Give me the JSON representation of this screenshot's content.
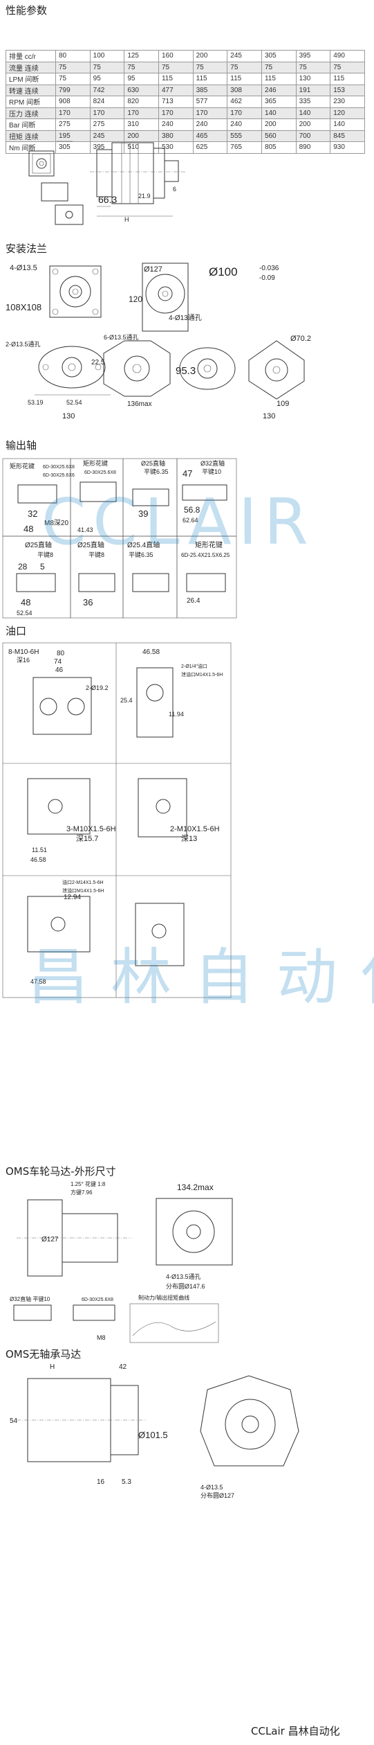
{
  "sections": {
    "performance": "性能参数",
    "flange": "安装法兰",
    "shaft": "输出轴",
    "ports": "油口",
    "wheel_motor": "OMS车轮马达-外形尺寸",
    "bearingless": "OMS无轴承马达"
  },
  "table": {
    "rows": [
      [
        "排量 cc/r",
        "80",
        "100",
        "125",
        "160",
        "200",
        "245",
        "305",
        "395",
        "490"
      ],
      [
        "流量 连续",
        "75",
        "75",
        "75",
        "75",
        "75",
        "75",
        "75",
        "75",
        "75"
      ],
      [
        "LPM 间断",
        "75",
        "95",
        "95",
        "115",
        "115",
        "115",
        "115",
        "130",
        "115"
      ],
      [
        "转速 连续",
        "799",
        "742",
        "630",
        "477",
        "385",
        "308",
        "246",
        "191",
        "153"
      ],
      [
        "RPM 间断",
        "908",
        "824",
        "820",
        "713",
        "577",
        "462",
        "365",
        "335",
        "230"
      ],
      [
        "压力 连续",
        "170",
        "170",
        "170",
        "170",
        "170",
        "170",
        "140",
        "140",
        "120"
      ],
      [
        "Bar 间断",
        "275",
        "275",
        "310",
        "240",
        "240",
        "240",
        "200",
        "200",
        "140"
      ],
      [
        "扭矩 连续",
        "195",
        "245",
        "200",
        "380",
        "465",
        "555",
        "560",
        "700",
        "845"
      ],
      [
        "Nm 间断",
        "305",
        "395",
        "510",
        "530",
        "625",
        "765",
        "805",
        "890",
        "930"
      ]
    ]
  },
  "drawing1": {
    "d1": "66.3",
    "d2": "H",
    "d3": "21.9",
    "d4": "6"
  },
  "flange": {
    "sq": "108X108",
    "holes1": "4-Ø13.5",
    "d127": "Ø127",
    "d100": "Ø100",
    "tol_up": "-0.036",
    "tol_dn": "-0.09",
    "h120": "120",
    "thru": "4-Ø13通孔",
    "d70": "Ø70.2",
    "d95": "95.3",
    "d109": "109",
    "w130a": "130",
    "w130b": "130",
    "max136": "136max",
    "a22": "22.5",
    "a53": "53.19",
    "a52": "52.54",
    "t2": "2-Ø13.5通孔",
    "t6": "6-Ø13.5通孔"
  },
  "shaft": {
    "c1": "矩形花键",
    "c1a": "6D-30X25.6X8",
    "c1b": "6D-30X25.6X6",
    "c2": "矩形花键",
    "c2a": "6D-30X25.6X8",
    "c3": "Ø25直轴",
    "c3a": "平键6.35",
    "c4": "Ø32直轴",
    "c4a": "平键10",
    "v32": "32",
    "v48": "48",
    "m8": "M8深20",
    "v39": "39",
    "v41": "41.43",
    "v47": "47",
    "v568": "56.8",
    "v626": "62.64",
    "r2a": "Ø25直轴",
    "r2a2": "平键8",
    "r2b": "Ø25直轴",
    "r2b2": "平键8",
    "r2c": "Ø25.4直轴",
    "r2c2": "平键6.35",
    "r2d": "矩形花键",
    "r2d2": "6D-25.4X21.5X6.25",
    "v28": "28",
    "v5": "5",
    "v48b": "48",
    "v5254": "52.54",
    "v36": "36",
    "v264": "26.4"
  },
  "ports": {
    "p1": "8-M10-6H",
    "p1b": "深16",
    "v80": "80",
    "v74": "74",
    "v46": "46",
    "v4658": "46.58",
    "v1194": "11.94",
    "v254": "25.4",
    "g1": "2-Ø19.2",
    "n1": "2-Ø1/4\"油口",
    "n2": "泄油口M14X1.5-6H",
    "p3": "3-M10X1.5-6H",
    "p3b": "深15.7",
    "p4": "2-M10X1.5-6H",
    "p4b": "深13",
    "v1151": "11.51",
    "v4658b": "46.58",
    "v1294": "12.94",
    "v4758": "47.58",
    "n3": "油口2-M14X1.5-6H",
    "n4": "泄油口M14X1.5-6H"
  },
  "wheel": {
    "flange": "1.25° 花键 1:8",
    "key": "方键7.96",
    "d127": "Ø127",
    "max1342": "134.2max",
    "thru": "4-Ø13.5通孔",
    "pcd": "分布圆Ø147.6",
    "sh1": "Ø32直轴 平键10",
    "sh2": "6D-30X25.6X8",
    "m8": "M8",
    "chart": "制动力/输出扭矩曲线"
  },
  "bearingless": {
    "h": "H",
    "v42": "42",
    "d1015": "Ø101.5",
    "v16": "16",
    "v53": "5.3",
    "holes": "4-Ø13.5",
    "pcd": "分布圆Ø127",
    "v54": "54"
  },
  "watermark": {
    "en": "CCLAIR",
    "cn": "昌林自动化"
  },
  "footer": "CCLair 昌林自动化"
}
